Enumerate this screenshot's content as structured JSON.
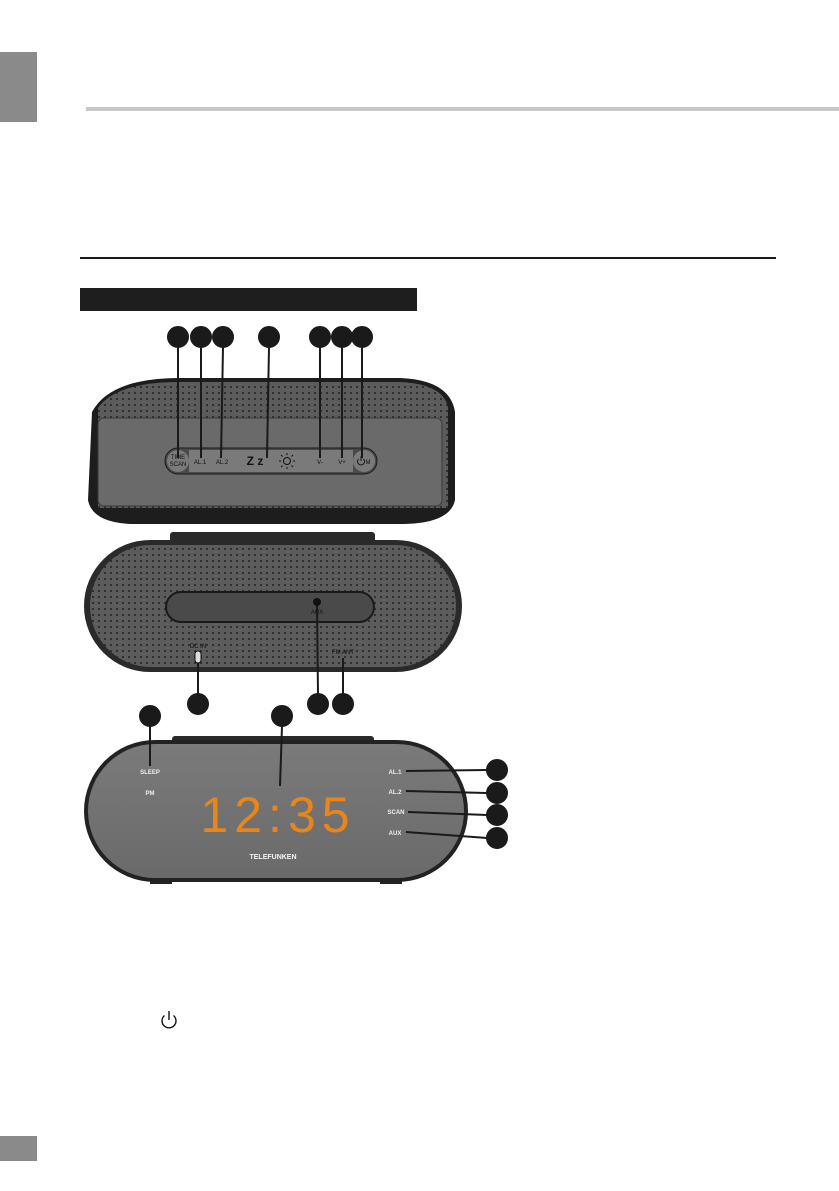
{
  "top_panel": {
    "buttons": [
      {
        "label_line1": "TIME",
        "label_line2": "SCAN"
      },
      {
        "label_line1": "AL.1"
      },
      {
        "label_line1": "AL.2"
      },
      {
        "label_line1": "Z z"
      },
      {
        "label_line1": "V-"
      },
      {
        "label_line1": "V+"
      },
      {
        "label_line1": "M"
      }
    ]
  },
  "rear_panel": {
    "aux_label": "AUX",
    "dcin_label": "DC IN",
    "fm_ant_label": "FM ANT"
  },
  "front_display": {
    "sleep_label": "SLEEP",
    "pm_label": "PM",
    "time": "12:35",
    "brand": "TELEFUNKEN",
    "indicators": [
      "AL.1",
      "AL.2",
      "SCAN",
      "AUX"
    ]
  },
  "colors": {
    "display_digits": "#e8861a",
    "device_body": "#6e6e6e",
    "callout": "#1a1a1a"
  },
  "icons": [
    "power-icon",
    "brightness-icon",
    "aux-jack-icon"
  ]
}
